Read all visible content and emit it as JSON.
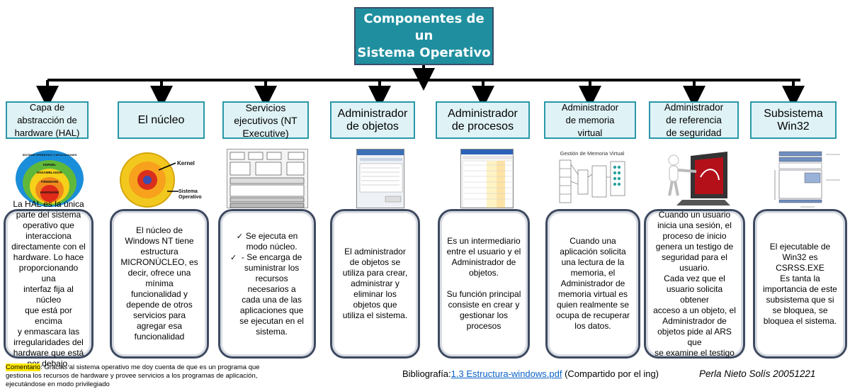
{
  "title": "Componentes de un\nSistema Operativo",
  "columns": [
    {
      "heading": "Capa de\nabstracción de\nhardware (HAL)",
      "image": {
        "kind": "hal-diagram",
        "labels": [
          "SISTEMA OPERATIVO Y APLICACIONES",
          "KERNEL",
          "ENSAMBLADOR",
          "FIRMWARE",
          "HARDWARE"
        ]
      },
      "body": "La HAL es la única\nparte del sistema\noperativo que\ninteracciona\ndirectamente con el\nhardware. Lo hace\nproporcionando una\ninterfaz fija al núcleo\nque está por encima\ny enmascara las\nirregularidades del\nhardware que está\npor debajo."
    },
    {
      "heading": "El núcleo",
      "image": {
        "kind": "kernel-illustration",
        "labels": [
          "Kernel",
          "Sistema\nOperativo"
        ]
      },
      "body": "El núcleo de\nWindows NT tiene\nestructura\nMICRONÚCLEO, es\ndecir, ofrece una\nmínima\nfuncionalidad y\ndepende de otros\nservicios para\nagregar esa\nfuncionalidad"
    },
    {
      "heading": "Servicios\nejecutivos (NT\nExecutive)",
      "image": {
        "kind": "nt-executive-diagram"
      },
      "body_list": [
        {
          "check": true,
          "text": "Se ejecuta en\nmodo núcleo."
        },
        {
          "check": true,
          "text": "- Se encarga de\nsuministrar los\nrecursos\nnecesarios a\ncada una de las\naplicaciones que\nse ejecutan en el\nsistema."
        }
      ]
    },
    {
      "heading": "Administrador\nde objetos",
      "image": {
        "kind": "window-screenshot"
      },
      "body": "El administrador\nde objetos se\nutiliza para crear,\nadministrar y\neliminar los\nobjetos que\nutiliza el sistema."
    },
    {
      "heading": "Administrador\nde procesos",
      "image": {
        "kind": "task-manager-screenshot"
      },
      "body": "Es un intermediario\nentre el usuario y el\nAdministrador de\nobjetos.\n\nSu función principal\nconsiste en crear y\ngestionar los\nprocesos"
    },
    {
      "heading": "Administrador\nde memoria\nvirtual",
      "image": {
        "kind": "virtual-memory-diagram",
        "labels": [
          "Gestión de Memoria Virtual"
        ]
      },
      "body": "Cuando una\naplicación solicita\nuna lectura de la\nmemoria, el\nAdministrador de\nmemoria virtual es\nquien realmente se\nocupa de recuperar\nlos datos."
    },
    {
      "heading": "Administrador\nde referencia\nde seguridad",
      "image": {
        "kind": "security-illustration"
      },
      "body": "Cuando un usuario\ninicia una sesión, el\nproceso de inicio\ngenera un testigo de\nseguridad para el\nusuario.\nCada vez que el\nusuario solicita obtener\nacceso a un objeto, el\nAdministrador de\nobjetos pide al ARS que\nse examine el testigo"
    },
    {
      "heading": "Subsistema\nWin32",
      "image": {
        "kind": "win32-diagram"
      },
      "body": "El ejecutable de\nWin32 es\nCSRSS.EXE\nEs tanta la\nimportancia de este\nsubsistema que si\nse bloquea, se\nbloquea el sistema."
    }
  ],
  "comment": {
    "tag": "Comentario",
    "text": ": Gracias al sistema operativo me doy cuenta de que es un programa que gestiona los recursos de hardware y provee servicios a los programas de aplicación, ejecutándose en modo privilegiado"
  },
  "bibliography": {
    "label": "Bibliografía:",
    "link_text": "1.3 Estructura-windows.pdf",
    "suffix": " (Compartido por el ing)"
  },
  "author": "Perla Nieto Solís 20051221",
  "colors": {
    "title_bg": "#1f8f9f",
    "header_bg": "#dff2f5",
    "header_border": "#2a97a8",
    "card_border": "#3e4a60",
    "connector": "#000000"
  }
}
